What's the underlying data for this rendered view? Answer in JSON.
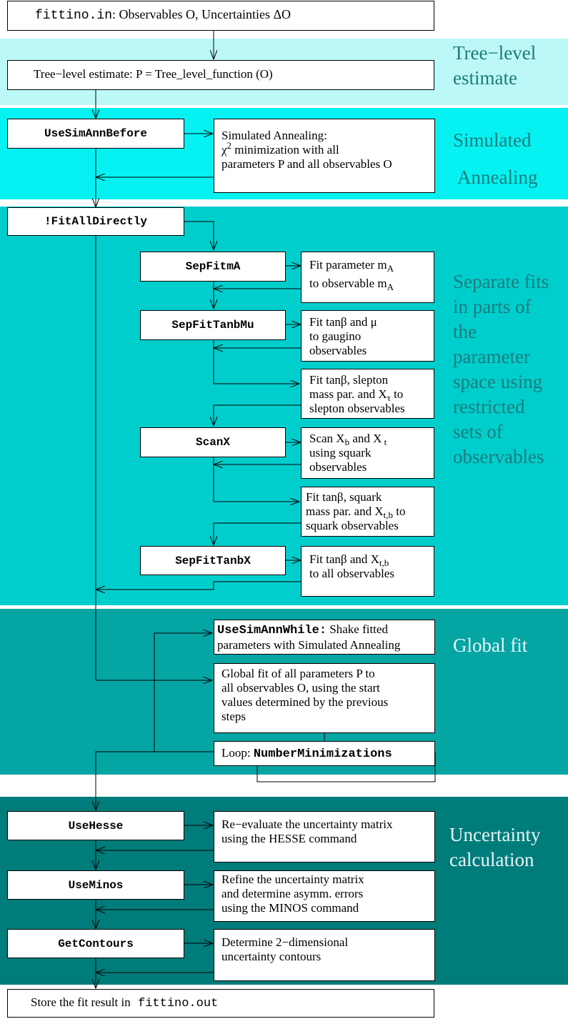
{
  "colors": {
    "tree_band": "#bdf8f8",
    "simann_band": "#06f2f2",
    "separate_band": "#00cecd",
    "global_band": "#05a5a3",
    "uncertainty_band": "#007c7b",
    "label_light": "#1c7b7b",
    "label_dark": "#e6f7f7",
    "box_border": "#000000",
    "box_fill": "#ffffff"
  },
  "input": {
    "file": "fittino.in",
    "rest": ": Observables O, Uncertainties ΔO"
  },
  "tree": {
    "estimate": "Tree−level estimate:  P = Tree_level_function (O)",
    "label": [
      "Tree−level",
      "estimate"
    ]
  },
  "simann": {
    "option": "UseSimAnnBefore",
    "desc": {
      "line1": "Simulated Annealing:",
      "chi": "χ",
      "chi_sup": "2",
      "line2_rest": " minimization with all",
      "line3": "parameters P and all observables O"
    },
    "label": [
      "Simulated",
      "Annealing"
    ]
  },
  "separate": {
    "option": "!FitAllDirectly",
    "steps": [
      {
        "option": "SepFitmA",
        "l1": "Fit parameter m",
        "l1_sub": "A",
        "l2": "to observable m",
        "l2_sub": "A"
      },
      {
        "option": "SepFitTanbMu",
        "l1": "Fit tanβ and μ",
        "l2": "to gaugino",
        "l3": "observables"
      },
      {
        "l1": "Fit tanβ, slepton",
        "l2": "mass par. and X",
        "l2_sub": "τ",
        "l2_post": " to",
        "l3": "slepton observables"
      },
      {
        "option": "ScanX",
        "l1": "Scan X",
        "l1_sub": "b",
        "l1_mid": " and X",
        "l1_sub2": " t",
        "l2": "using squark",
        "l3": "observables"
      },
      {
        "l1": "Fit tanβ, squark",
        "l2": "mass par. and X",
        "l2_sub": "t,b",
        "l2_post": " to",
        "l3": "squark observables"
      },
      {
        "option": "SepFitTanbX",
        "l1": "Fit tanβ and X",
        "l1_sub": "t,b",
        "l2": "to all observables"
      }
    ],
    "label": [
      "Separate fits",
      "in parts of",
      "the",
      "parameter",
      "space using",
      "restricted",
      "sets of",
      "observables"
    ]
  },
  "global": {
    "simann_while_option": "UseSimAnnWhile:",
    "simann_while_text": " Shake fitted",
    "simann_while_line2": "parameters with Simulated Annealing",
    "fit_lines": [
      "Global fit of all parameters P to",
      "all observables O, using the start",
      "values determined by the previous",
      "steps"
    ],
    "loop_prefix": "Loop: ",
    "loop_option": "NumberMinimizations",
    "label": [
      "Global fit"
    ]
  },
  "uncertainty": {
    "steps": [
      {
        "option": "UseHesse",
        "lines": [
          "Re−evaluate the uncertainty matrix",
          "using the HESSE command"
        ]
      },
      {
        "option": "UseMinos",
        "lines": [
          "Refine the uncertainty matrix",
          "and determine asymm. errors",
          "using the MINOS command"
        ]
      },
      {
        "option": "GetContours",
        "lines": [
          "Determine 2−dimensional",
          "uncertainty contours"
        ]
      }
    ],
    "label": [
      "Uncertainty",
      "calculation"
    ]
  },
  "output": {
    "text": "Store the fit result in ",
    "file": "fittino.out"
  }
}
